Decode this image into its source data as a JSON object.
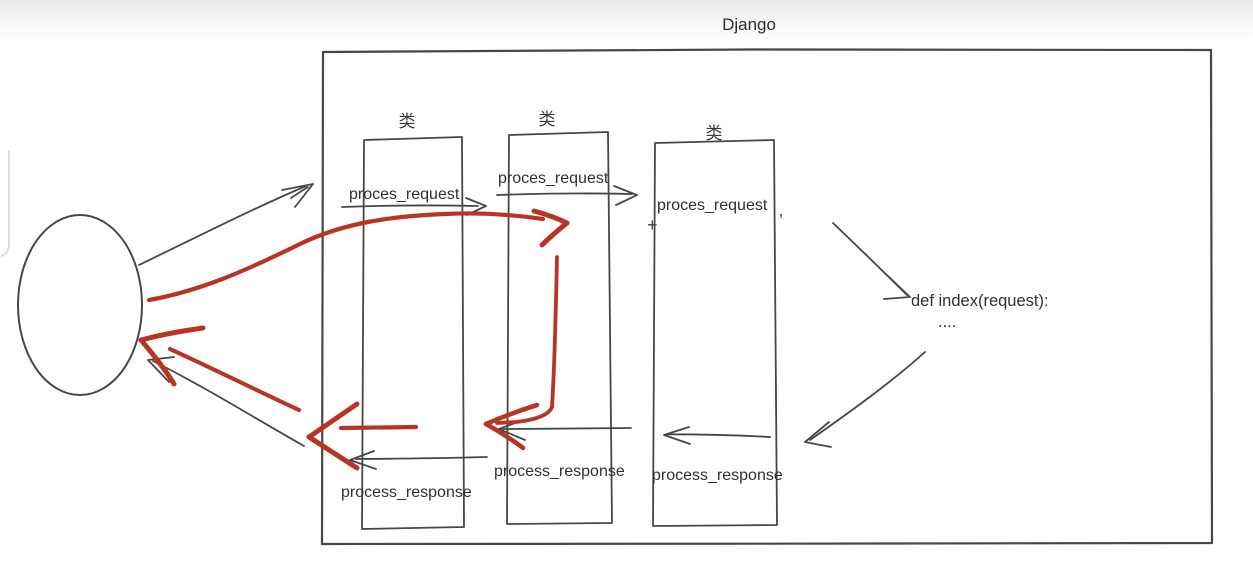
{
  "diagram": {
    "title": "Django",
    "middlewares": [
      {
        "class_label": "类",
        "request_method": "proces_request",
        "response_method": "process_response"
      },
      {
        "class_label": "类",
        "request_method": "proces_request",
        "response_method": "process_response"
      },
      {
        "class_label": "类",
        "request_method": "proces_request",
        "response_method": "process_response"
      }
    ],
    "view": {
      "signature": "def index(request):",
      "body": "...."
    },
    "marks": {
      "plus": "+",
      "apostrophe": "’"
    },
    "colors": {
      "ink": "#474747",
      "accent_red": "#b83525"
    }
  }
}
